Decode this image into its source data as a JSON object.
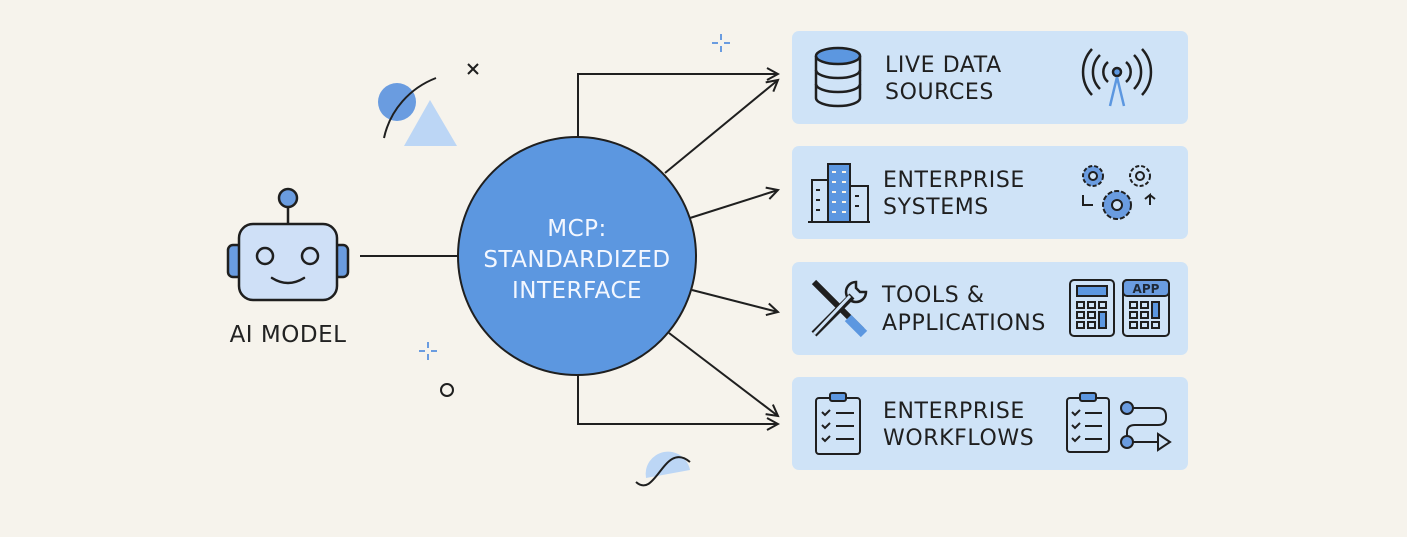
{
  "model": {
    "label": "AI MODEL"
  },
  "hub": {
    "lines": [
      "MCP:",
      "STANDARDIZED",
      "INTERFACE"
    ]
  },
  "targets": [
    {
      "lines": [
        "LIVE DATA",
        "SOURCES"
      ],
      "icon_left": "database-icon",
      "icon_right": "antenna-icon"
    },
    {
      "lines": [
        "ENTERPRISE",
        "SYSTEMS"
      ],
      "icon_left": "building-icon",
      "icon_right": "gears-icon"
    },
    {
      "lines": [
        "TOOLS &",
        "APPLICATIONS"
      ],
      "icon_left": "tools-icon",
      "icon_right": "calculator-app-icon"
    },
    {
      "lines": [
        "ENTERPRISE",
        "WORKFLOWS"
      ],
      "icon_left": "checklist-icon",
      "icon_right": "workflow-icon"
    }
  ],
  "app_badge": "APP",
  "colors": {
    "background": "#f6f3ec",
    "hub_fill": "#5c97e0",
    "card_fill": "#cfe3f7",
    "robot_fill": "#cfe0f7",
    "accent": "#6a9ce0",
    "stroke": "#1f1f1f"
  }
}
